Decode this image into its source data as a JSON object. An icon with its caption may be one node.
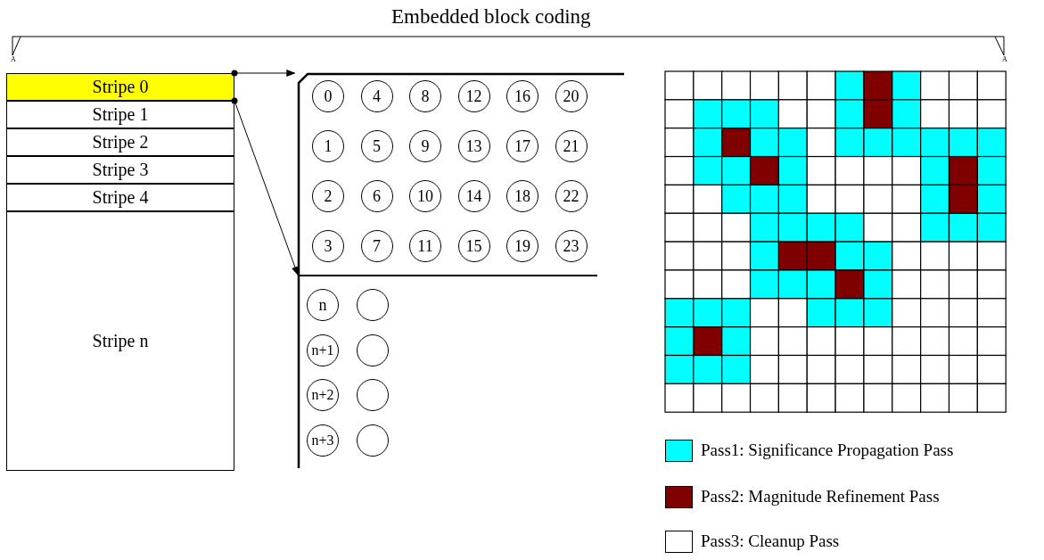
{
  "diagram": {
    "title": "Embedded block coding",
    "nodes": [
      {
        "text": [
          "Stripe 0"
        ]
      },
      {
        "text": [
          "Stripe 1"
        ]
      },
      {
        "text": [
          "Stripe 2"
        ]
      },
      {
        "text": [
          "Stripe 3"
        ]
      },
      {
        "text": [
          "Stripe 4"
        ]
      },
      {
        "text": [
          "Stripe n"
        ]
      },
      {
        "text": [],
        "shape": "box"
      },
      {
        "text": [
          "0"
        ],
        "in": 6
      },
      {
        "text": [
          "4"
        ],
        "in": 6
      },
      {
        "text": [
          "8"
        ],
        "in": 6
      },
      {
        "text": [
          "12"
        ],
        "in": 6
      },
      {
        "text": [
          "16"
        ],
        "in": 6
      },
      {
        "text": [
          "20"
        ],
        "in": 6
      },
      {
        "text": [
          "1"
        ],
        "in": 6
      },
      {
        "text": [
          "5"
        ],
        "in": 6
      },
      {
        "text": [
          "9"
        ],
        "in": 6
      },
      {
        "text": [
          "13"
        ],
        "in": 6
      },
      {
        "text": [
          "17"
        ],
        "in": 6
      },
      {
        "text": [
          "21"
        ],
        "in": 6
      },
      {
        "text": [
          "2"
        ],
        "in": 6
      },
      {
        "text": [
          "6"
        ],
        "in": 6
      },
      {
        "text": [
          "10"
        ],
        "in": 6
      },
      {
        "text": [
          "14"
        ],
        "in": 6
      },
      {
        "text": [
          "18"
        ],
        "in": 6
      },
      {
        "text": [
          "22"
        ],
        "in": 6
      },
      {
        "text": [
          "3"
        ],
        "in": 6
      },
      {
        "text": [
          "7"
        ],
        "in": 6
      },
      {
        "text": [
          "11"
        ],
        "in": 6
      },
      {
        "text": [
          "15"
        ],
        "in": 6
      },
      {
        "text": [
          "19"
        ],
        "in": 6
      },
      {
        "text": [
          "23"
        ],
        "in": 6
      },
      {
        "text": [
          "n"
        ],
        "in": 6
      },
      {
        "text": [],
        "shape": "circle",
        "in": 6
      },
      {
        "text": [
          "n+1"
        ],
        "in": 6
      },
      {
        "text": [],
        "shape": "circle",
        "in": 6
      },
      {
        "text": [
          "n+2"
        ],
        "in": 6
      },
      {
        "text": [],
        "shape": "circle",
        "in": 6
      },
      {
        "text": [
          "n+3"
        ],
        "in": 6
      },
      {
        "text": [],
        "shape": "circle",
        "in": 6
      }
    ],
    "edges": [
      {
        "from": 0,
        "to": 6,
        "arrow": "to"
      },
      {
        "from": 0,
        "to": 6,
        "arrow": "to"
      }
    ],
    "labels": [
      "A",
      "A"
    ],
    "legend": [
      {
        "text": "Pass1: Significance Propagation Pass",
        "color": "#00ffff"
      },
      {
        "text": "Pass2: Magnitude Refinement Pass",
        "color": "#800000"
      },
      {
        "text": "Pass3: Cleanup Pass",
        "color": "#ffffff"
      }
    ]
  }
}
